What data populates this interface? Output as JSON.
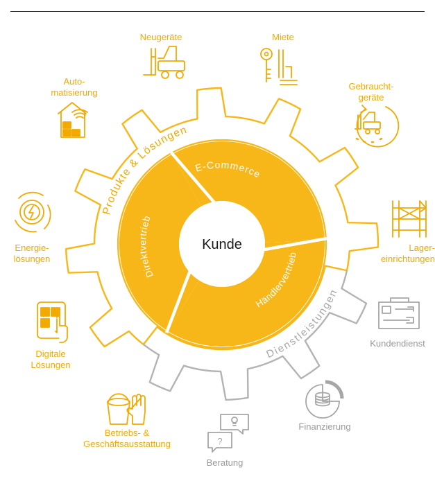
{
  "center": {
    "label": "Kunde"
  },
  "ring": {
    "ecommerce": "E-Commerce",
    "direktvertrieb": "Direktvertrieb",
    "haendlervertrieb": "Händlervertrieb"
  },
  "gear": {
    "produkte": "Produkte & Lösungen",
    "dienstleistungen": "Dienstleistungen"
  },
  "items": {
    "neugeraete": "Neugeräte",
    "miete": "Miete",
    "gebraucht_1": "Gebraucht-",
    "gebraucht_2": "geräte",
    "auto_1": "Auto-",
    "auto_2": "matisierung",
    "energie_1": "Energie-",
    "energie_2": "lösungen",
    "lager_1": "Lager-",
    "lager_2": "einrichtungen",
    "digital_1": "Digitale",
    "digital_2": "Lösungen",
    "kundendienst": "Kundendienst",
    "betrieb_1": "Betriebs- &",
    "betrieb_2": "Geschäftsausstattung",
    "finanzierung": "Finanzierung",
    "beratung": "Beratung"
  },
  "colors": {
    "accent": "#f7b718",
    "label_yellow": "#f2a900",
    "grey": "#a6a6a6",
    "grey_text": "#9a9a9a"
  }
}
